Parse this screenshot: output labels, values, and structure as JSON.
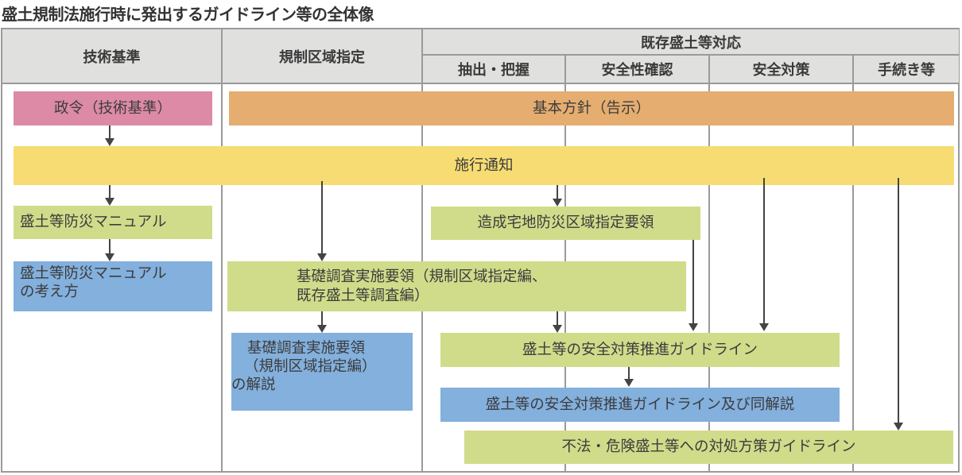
{
  "title": "盛土規制法施行時に発出するガイドライン等の全体像",
  "header": {
    "col_technical": "技術基準",
    "col_regulation": "規制区域指定",
    "group_existing": "既存盛土等対応",
    "sub_extract": "抽出・把握",
    "sub_safety_check": "安全性確認",
    "sub_safety_measure": "安全対策",
    "sub_procedure": "手続き等"
  },
  "boxes": {
    "cabinet_order": "政令（技術基準）",
    "basic_policy": "基本方針（告示）",
    "enforcement_notice": "施行通知",
    "disaster_manual": "盛土等防災マニュアル",
    "disaster_manual_concept_l1": "盛土等防災マニュアル",
    "disaster_manual_concept_l2": "の考え方",
    "zone_designation_guide": "造成宅地防災区域指定要領",
    "basic_survey_l1": "基礎調査実施要領（規制区域指定編、",
    "basic_survey_l2": "既存盛土等調査編）",
    "basic_survey_commentary_l1": "基礎調査実施要領",
    "basic_survey_commentary_l2": "（規制区域指定編）",
    "basic_survey_commentary_l3": "の解説",
    "safety_guideline": "盛土等の安全対策推進ガイドライン",
    "safety_guideline_commentary": "盛土等の安全対策推進ガイドライン及び同解説",
    "illegal_guideline": "不法・危険盛土等への対処方策ガイドライン"
  },
  "colors": {
    "pink": "#dc8aa6",
    "orange": "#e5ad6f",
    "yellow": "#f6dc72",
    "green": "#d0dc8a",
    "blue": "#83b0dd",
    "header_bg": "#e0e0df",
    "grid": "#9a9a9a",
    "arrow": "#444444"
  }
}
